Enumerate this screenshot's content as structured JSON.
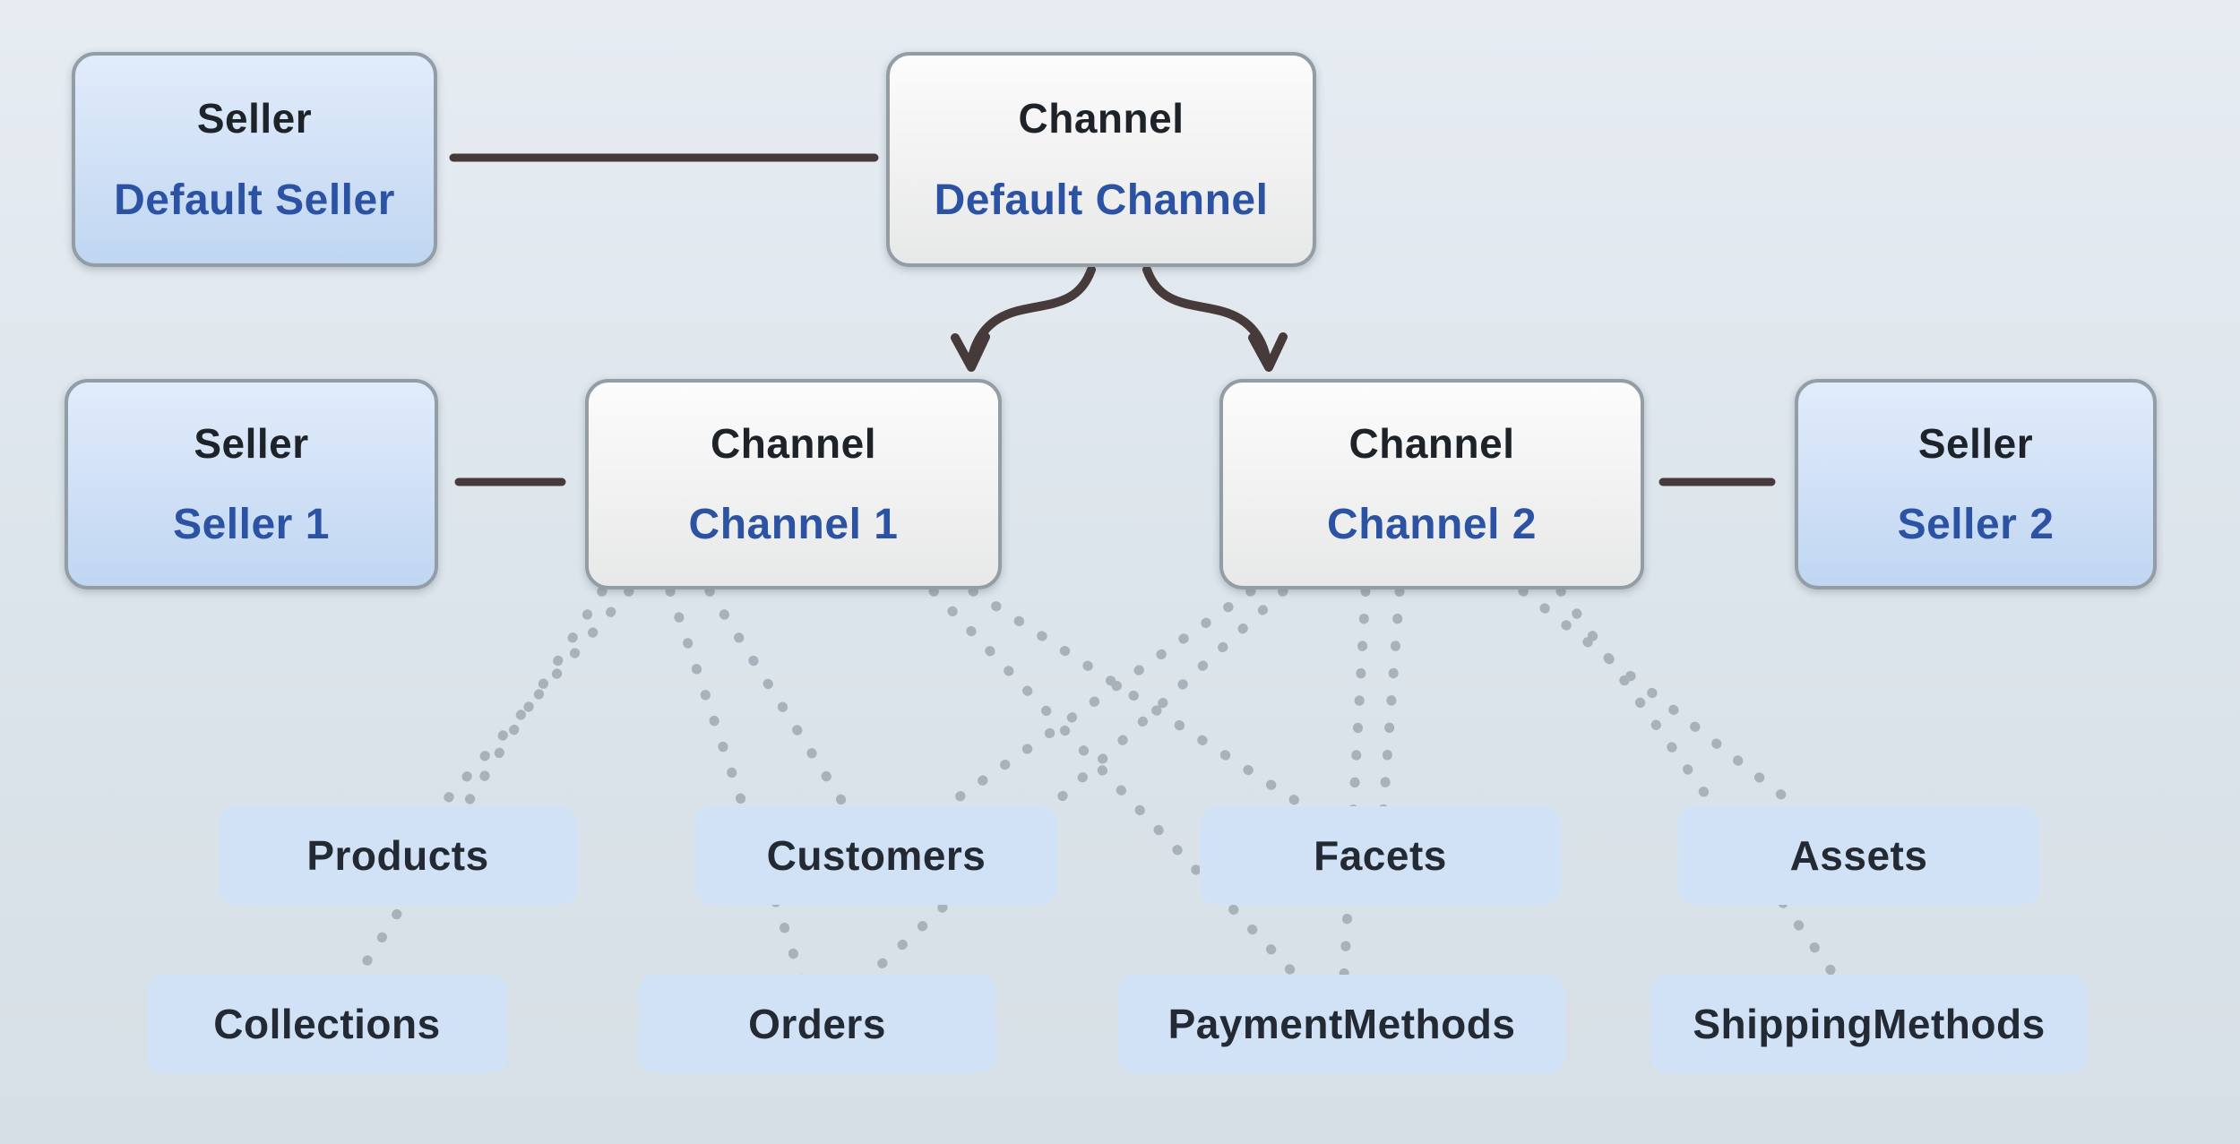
{
  "diagram": {
    "nodes": {
      "default_seller": {
        "title": "Seller",
        "subtitle": "Default Seller"
      },
      "default_channel": {
        "title": "Channel",
        "subtitle": "Default Channel"
      },
      "seller_1": {
        "title": "Seller",
        "subtitle": "Seller 1"
      },
      "channel_1": {
        "title": "Channel",
        "subtitle": "Channel 1"
      },
      "channel_2": {
        "title": "Channel",
        "subtitle": "Channel 2"
      },
      "seller_2": {
        "title": "Seller",
        "subtitle": "Seller 2"
      }
    },
    "entities": {
      "products": {
        "label": "Products"
      },
      "customers": {
        "label": "Customers"
      },
      "facets": {
        "label": "Facets"
      },
      "assets": {
        "label": "Assets"
      },
      "collections": {
        "label": "Collections"
      },
      "orders": {
        "label": "Orders"
      },
      "payment_methods": {
        "label": "PaymentMethods"
      },
      "shipping_methods": {
        "label": "ShippingMethods"
      }
    },
    "colors": {
      "background_top": "#e6ecf2",
      "background_bottom": "#d6dfe5",
      "node_border": "#939da5",
      "seller_fill_top": "#e1ecfb",
      "seller_fill_bottom": "#bfd6f1",
      "channel_fill_top": "#fcfcfc",
      "channel_fill_bottom": "#e7e8e8",
      "entity_fill": "#d2e2f6",
      "title_text": "#1d2329",
      "subtitle_text": "#2b52a3",
      "entity_text": "#232a33",
      "connector": "#463a3a",
      "dotted": "#a9b2ba"
    }
  }
}
